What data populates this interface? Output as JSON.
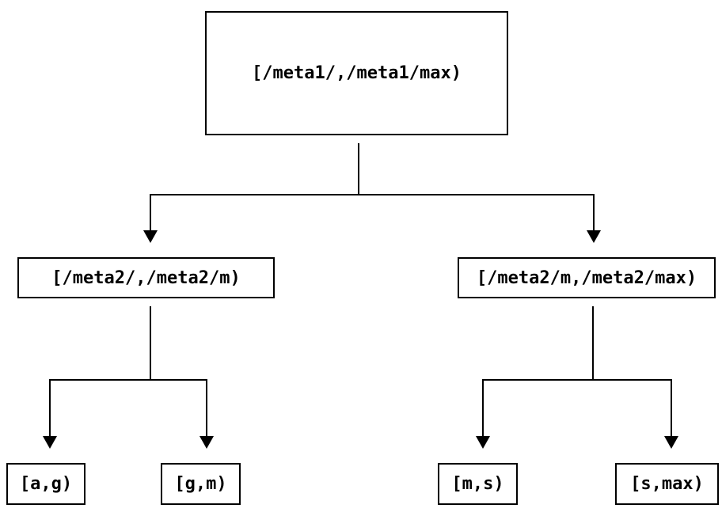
{
  "diagram": {
    "type": "tree",
    "background_color": "#ffffff",
    "line_color": "#000000",
    "node_border_color": "#000000",
    "nodes": {
      "root": {
        "label": "[/meta1/,/meta1/max)"
      },
      "meta2_low": {
        "label": "[/meta2/,/meta2/m)"
      },
      "meta2_high": {
        "label": "[/meta2/m,/meta2/max)"
      },
      "leaf_a_g": {
        "label": "[a,g)"
      },
      "leaf_g_m": {
        "label": "[g,m)"
      },
      "leaf_m_s": {
        "label": "[m,s)"
      },
      "leaf_s_max": {
        "label": "[s,max)"
      }
    },
    "edges": [
      {
        "from": "root",
        "to": "meta2_low"
      },
      {
        "from": "root",
        "to": "meta2_high"
      },
      {
        "from": "meta2_low",
        "to": "leaf_a_g"
      },
      {
        "from": "meta2_low",
        "to": "leaf_g_m"
      },
      {
        "from": "meta2_high",
        "to": "leaf_m_s"
      },
      {
        "from": "meta2_high",
        "to": "leaf_s_max"
      }
    ]
  }
}
